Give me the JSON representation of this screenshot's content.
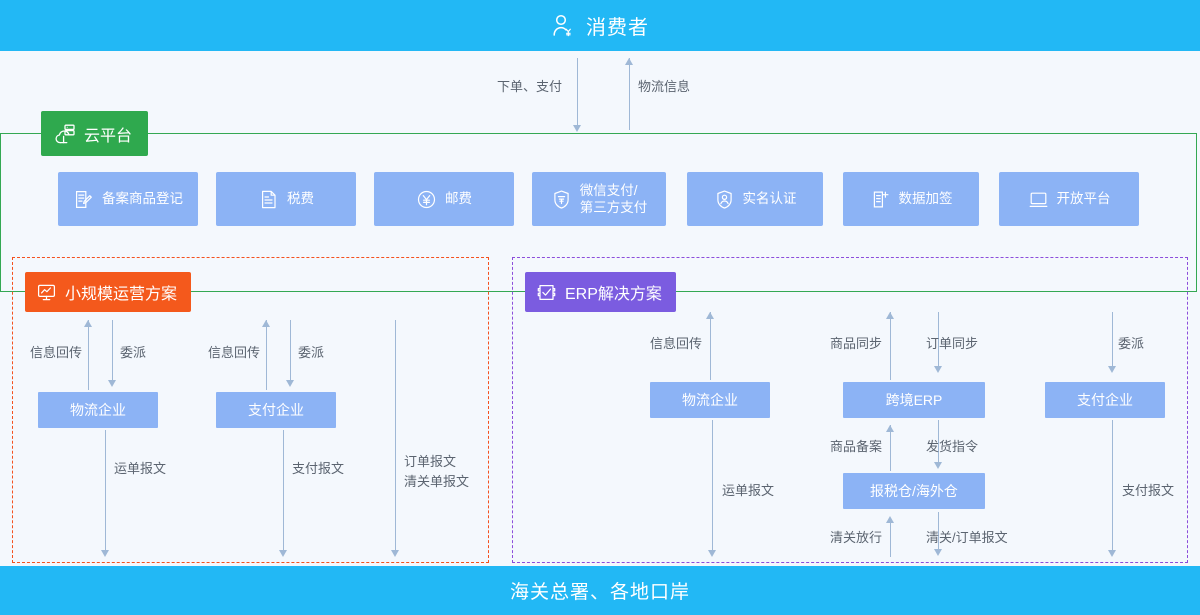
{
  "top_bar": {
    "label": "消费者",
    "icon": "user-yen-icon",
    "bg": "#22b8f5"
  },
  "bottom_bar": {
    "label": "海关总署、各地口岸",
    "bg": "#22b8f5"
  },
  "consumer_flows": [
    {
      "label": "下单、支付",
      "direction": "down"
    },
    {
      "label": "物流信息",
      "direction": "up"
    }
  ],
  "cloud_platform": {
    "badge_label": "云平台",
    "badge_icon": "cloud-server-icon",
    "border_color": "#34a853",
    "badge_color": "#2fa94e",
    "services": [
      {
        "label": "备案商品登记",
        "icon": "document-edit-icon"
      },
      {
        "label": "税费",
        "icon": "document-lines-icon"
      },
      {
        "label": "邮费",
        "icon": "yen-circle-icon"
      },
      {
        "label": "微信支付/",
        "label2": "第三方支付",
        "icon": "shield-pay-icon"
      },
      {
        "label": "实名认证",
        "icon": "shield-user-icon"
      },
      {
        "label": "数据加签",
        "icon": "document-plus-icon"
      },
      {
        "label": "开放平台",
        "icon": "monitor-icon"
      }
    ]
  },
  "panel_left": {
    "badge_label": "小规模运营方案",
    "badge_icon": "monitor-chart-icon",
    "badge_color": "#f4591c",
    "border_color": "#f4511e",
    "nodes": [
      {
        "label": "物流企业"
      },
      {
        "label": "支付企业"
      }
    ],
    "edges": [
      {
        "label": "信息回传",
        "direction": "up"
      },
      {
        "label": "委派",
        "direction": "down"
      },
      {
        "label": "信息回传",
        "direction": "up"
      },
      {
        "label": "委派",
        "direction": "down"
      },
      {
        "label": "运单报文",
        "direction": "down"
      },
      {
        "label": "支付报文",
        "direction": "down"
      },
      {
        "label": "订单报文",
        "label2": "清关单报文",
        "direction": "down"
      }
    ]
  },
  "panel_right": {
    "badge_label": "ERP解决方案",
    "badge_icon": "erp-check-icon",
    "badge_color": "#7b5ce0",
    "border_color": "#8c4ddb",
    "nodes": [
      {
        "label": "物流企业"
      },
      {
        "label": "跨境ERP"
      },
      {
        "label": "支付企业"
      },
      {
        "label": "报税仓/海外仓"
      }
    ],
    "edges": [
      {
        "label": "信息回传",
        "direction": "up"
      },
      {
        "label": "商品同步",
        "direction": "up"
      },
      {
        "label": "订单同步",
        "direction": "down"
      },
      {
        "label": "委派",
        "direction": "down"
      },
      {
        "label": "商品备案",
        "direction": "up"
      },
      {
        "label": "发货指令",
        "direction": "down"
      },
      {
        "label": "运单报文",
        "direction": "down"
      },
      {
        "label": "清关放行",
        "direction": "up"
      },
      {
        "label": "清关/订单报文",
        "direction": "down"
      },
      {
        "label": "支付报文",
        "direction": "down"
      }
    ]
  },
  "colors": {
    "cyan": "#22b8f5",
    "chip_blue": "#8cb3f5",
    "connector": "#9fb8d6",
    "page_bg": "#f4f8fd",
    "edge_text": "#5b6470"
  }
}
